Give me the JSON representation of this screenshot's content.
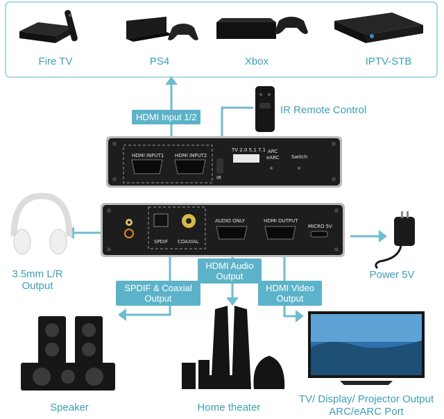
{
  "sources": {
    "fire_tv": "Fire TV",
    "ps4": "PS4",
    "xbox": "Xbox",
    "iptv": "IPTV-STB"
  },
  "tags": {
    "hdmi_input": "HDMI Input 1/2",
    "spdif_coaxial": "SPDIF & Coaxial Output",
    "hdmi_audio": "HDMI Audio Output",
    "hdmi_video": "HDMI Video Output"
  },
  "ir_remote": "IR Remote Control",
  "front_panel": {
    "hdmi_input1": "HDMI INPUT1",
    "hdmi_input2": "HDMI INPUT2",
    "ir": "IR",
    "channels": "TV 2.0 5.1 7.1",
    "arc": "ARC",
    "earc": "eARC",
    "switch": "Switch"
  },
  "back_panel": {
    "spdif": "SPDIF",
    "coaxial": "COAXIAL",
    "audio_only": "AUDIO ONLY",
    "hdmi_output": "HDMI OUTPUT",
    "micro5v": "MICRO 5V"
  },
  "outputs": {
    "headphones": "3.5mm L/R Output",
    "power": "Power 5V",
    "speaker": "Speaker",
    "home_theater": "Home theater",
    "tv": "TV/ Display/ Projector Output ARC/eARC Port"
  },
  "colors": {
    "accent": "#5cb3c9",
    "text": "#3d9fb6",
    "device": "#1c1c1c"
  }
}
